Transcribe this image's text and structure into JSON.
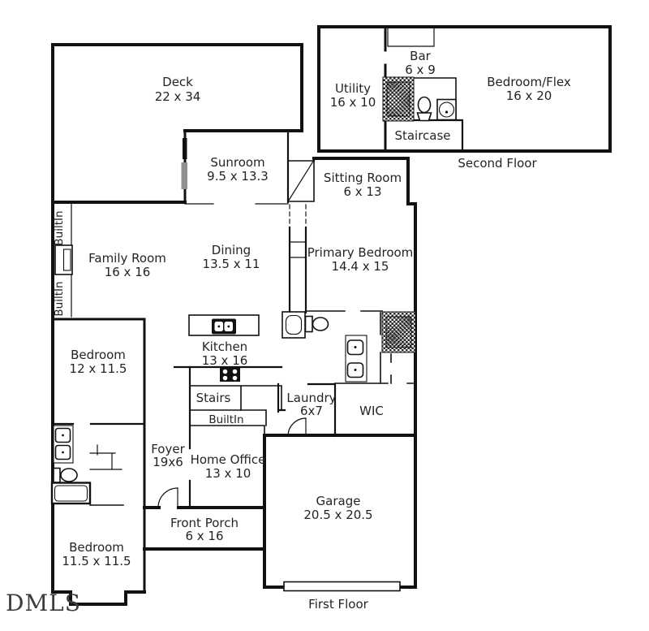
{
  "watermark": "DMLS",
  "floors": {
    "first": {
      "label": "First Floor",
      "rooms": {
        "deck": {
          "name": "Deck",
          "dims": "22 x 34"
        },
        "sunroom": {
          "name": "Sunroom",
          "dims": "9.5 x 13.3"
        },
        "sitting": {
          "name": "Sitting Room",
          "dims": "6 x 13"
        },
        "family": {
          "name": "Family Room",
          "dims": "16 x 16"
        },
        "dining": {
          "name": "Dining",
          "dims": "13.5 x 11"
        },
        "primary": {
          "name": "Primary Bedroom",
          "dims": "14.4 x 15"
        },
        "bedroom2": {
          "name": "Bedroom",
          "dims": "12 x 11.5"
        },
        "kitchen": {
          "name": "Kitchen",
          "dims": "13 x 16"
        },
        "stairs": {
          "name": "Stairs"
        },
        "laundry": {
          "name": "Laundry",
          "dims": "6x7"
        },
        "wic": {
          "name": "WIC"
        },
        "builtin_hall": {
          "name": "BuiltIn"
        },
        "builtin_upper": {
          "name": "BuiltIn"
        },
        "builtin_lower": {
          "name": "BuiltIn"
        },
        "foyer": {
          "name": "Foyer",
          "dims": "19x6"
        },
        "office": {
          "name": "Home Office",
          "dims": "13 x 10"
        },
        "porch": {
          "name": "Front Porch",
          "dims": "6 x 16"
        },
        "garage": {
          "name": "Garage",
          "dims": "20.5 x 20.5"
        },
        "bedroom3": {
          "name": "Bedroom",
          "dims": "11.5 x 11.5"
        }
      }
    },
    "second": {
      "label": "Second Floor",
      "rooms": {
        "utility": {
          "name": "Utility",
          "dims": "16 x 10"
        },
        "bar": {
          "name": "Bar",
          "dims": "6 x 9"
        },
        "bedroom_flex": {
          "name": "Bedroom/Flex",
          "dims": "16 x 20"
        },
        "staircase": {
          "name": "Staircase"
        }
      }
    }
  }
}
